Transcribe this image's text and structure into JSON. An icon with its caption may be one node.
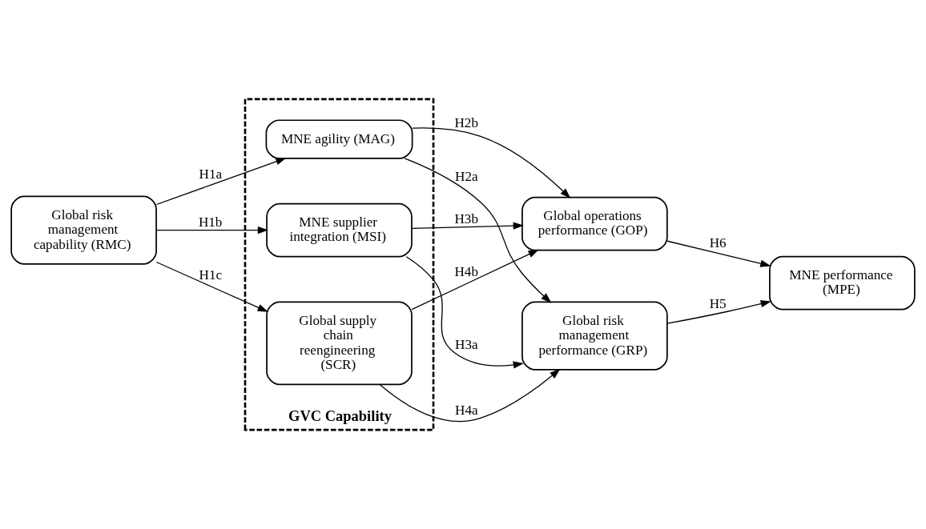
{
  "diagram": {
    "nodes": [
      {
        "text": [
          "Global risk management capability (RMC)"
        ]
      },
      {
        "text": [
          "GVC Capability"
        ]
      },
      {
        "text": [
          "MNE agility (MAG)"
        ],
        "in": 1
      },
      {
        "text": [
          "MNE supplier integration (MSI)"
        ],
        "in": 1
      },
      {
        "text": [
          "Global supply chain reengineering (SCR)"
        ],
        "in": 1
      },
      {
        "text": [
          "Global risk management performance (GRP)"
        ]
      },
      {
        "text": [
          "Global operations performance (GOP)"
        ]
      },
      {
        "text": [
          "MNE performance (MPE)"
        ]
      }
    ],
    "edges": [
      {
        "from": 0,
        "to": 2,
        "arrow": "to",
        "label": "H1a"
      },
      {
        "from": 0,
        "to": 3,
        "arrow": "to",
        "label": "H1b"
      },
      {
        "from": 0,
        "to": 4,
        "arrow": "to",
        "label": "H1c"
      },
      {
        "from": 2,
        "to": 5,
        "arrow": "to",
        "label": "H2a"
      },
      {
        "from": 2,
        "to": 6,
        "arrow": "to",
        "label": "H2b"
      },
      {
        "from": 3,
        "to": 5,
        "arrow": "to",
        "label": "H3a"
      },
      {
        "from": 3,
        "to": 6,
        "arrow": "to",
        "label": "H3b"
      },
      {
        "from": 4,
        "to": 5,
        "arrow": "to",
        "label": "H4a"
      },
      {
        "from": 4,
        "to": 6,
        "arrow": "to",
        "label": "H4b"
      },
      {
        "from": 5,
        "to": 7,
        "arrow": "to",
        "label": "H5"
      },
      {
        "from": 6,
        "to": 7,
        "arrow": "to",
        "label": "H6"
      }
    ]
  }
}
